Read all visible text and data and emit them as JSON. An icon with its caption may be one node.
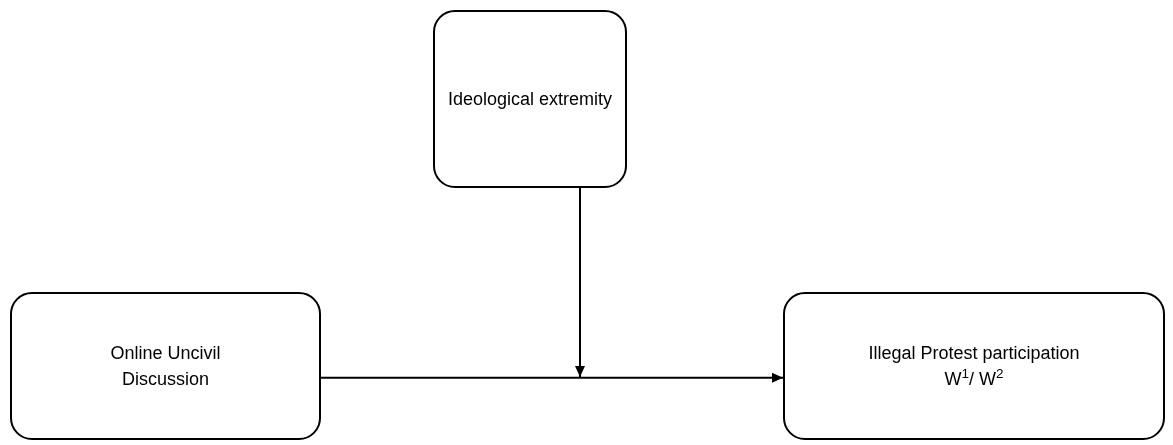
{
  "diagram": {
    "nodes": [
      {
        "text": [
          "Ideological extremity"
        ]
      },
      {
        "text": [
          "Online Uncivil Discussion"
        ]
      },
      {
        "text": [
          "Illegal Protest participation W$^{1}$/ W$^{2}$"
        ]
      }
    ],
    "edges": [
      {
        "from": 1,
        "to": 2,
        "arrow": "to"
      },
      {
        "from": 0,
        "to": null,
        "arrow": "to"
      }
    ]
  }
}
